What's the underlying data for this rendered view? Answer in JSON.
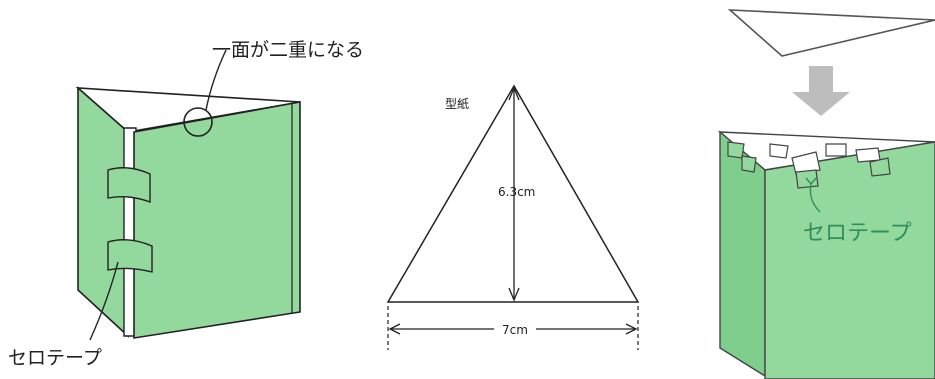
{
  "left_figure": {
    "double_face_label": "一面が二重になる",
    "tape_label": "セロテープ"
  },
  "pattern": {
    "title": "型紙",
    "height_label": "6.3cm",
    "base_label": "7cm"
  },
  "right_figure": {
    "tape_label": "セロテープ"
  },
  "colors": {
    "panel_green": "#93d89d",
    "panel_green_dark": "#7fcf8c",
    "tape_label_green": "#2f8f5a",
    "arrow_gray": "#bdbdbd"
  }
}
